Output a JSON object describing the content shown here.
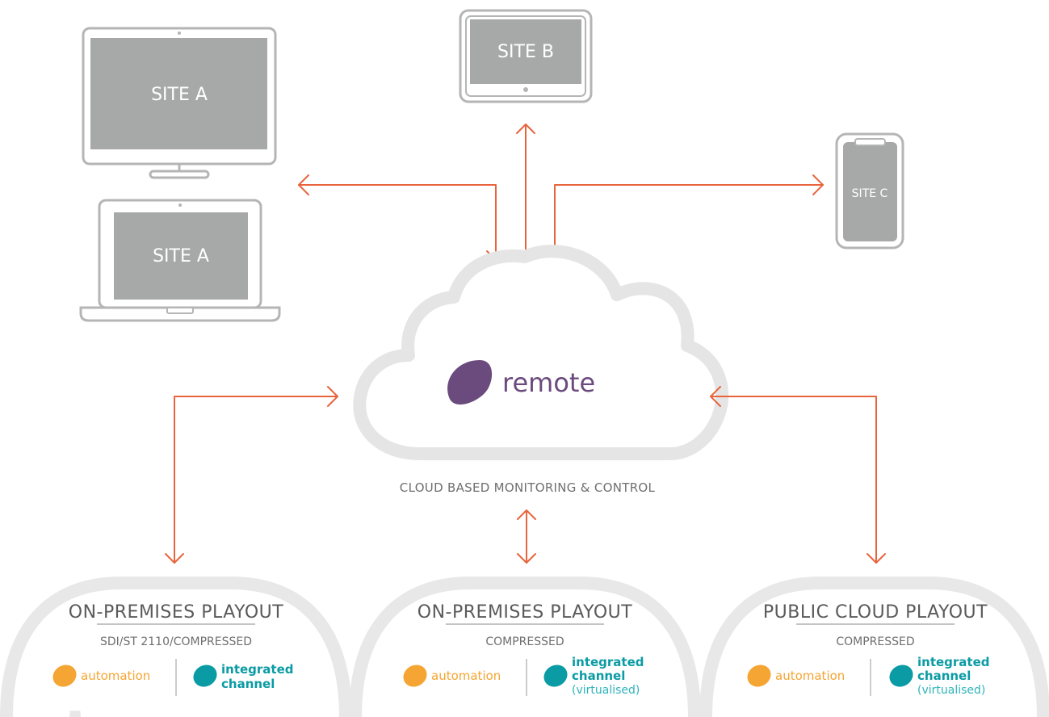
{
  "devices": {
    "monitor_label": "SITE A",
    "laptop_label": "SITE A",
    "tablet_label": "SITE B",
    "phone_label": "SITE C"
  },
  "cloud": {
    "brand": "remote",
    "caption": "CLOUD BASED MONITORING & CONTROL"
  },
  "pills": [
    {
      "title": "ON-PREMISES PLAYOUT",
      "subtitle": "SDI/ST 2110/COMPRESSED",
      "product_a": "automation",
      "product_b_line1": "integrated",
      "product_b_line2": "channel",
      "product_b_line3": ""
    },
    {
      "title": "ON-PREMISES PLAYOUT",
      "subtitle": "COMPRESSED",
      "product_a": "automation",
      "product_b_line1": "integrated",
      "product_b_line2": "channel",
      "product_b_line3": "(virtualised)"
    },
    {
      "title": "PUBLIC CLOUD PLAYOUT",
      "subtitle": "COMPRESSED",
      "product_a": "automation",
      "product_b_line1": "integrated",
      "product_b_line2": "channel",
      "product_b_line3": "(virtualised)"
    }
  ],
  "colors": {
    "arrow": "#e8643c",
    "device_outline": "#b5b5b5",
    "screen": "#a7a9a8",
    "brand_purple": "#6b4a7e",
    "automation_orange": "#f5a533",
    "channel_teal": "#0a9ba4"
  },
  "icons": [
    "monitor-icon",
    "laptop-icon",
    "tablet-icon",
    "phone-icon",
    "cloud-icon",
    "remote-logo-icon",
    "automation-logo-icon",
    "integrated-channel-logo-icon"
  ]
}
